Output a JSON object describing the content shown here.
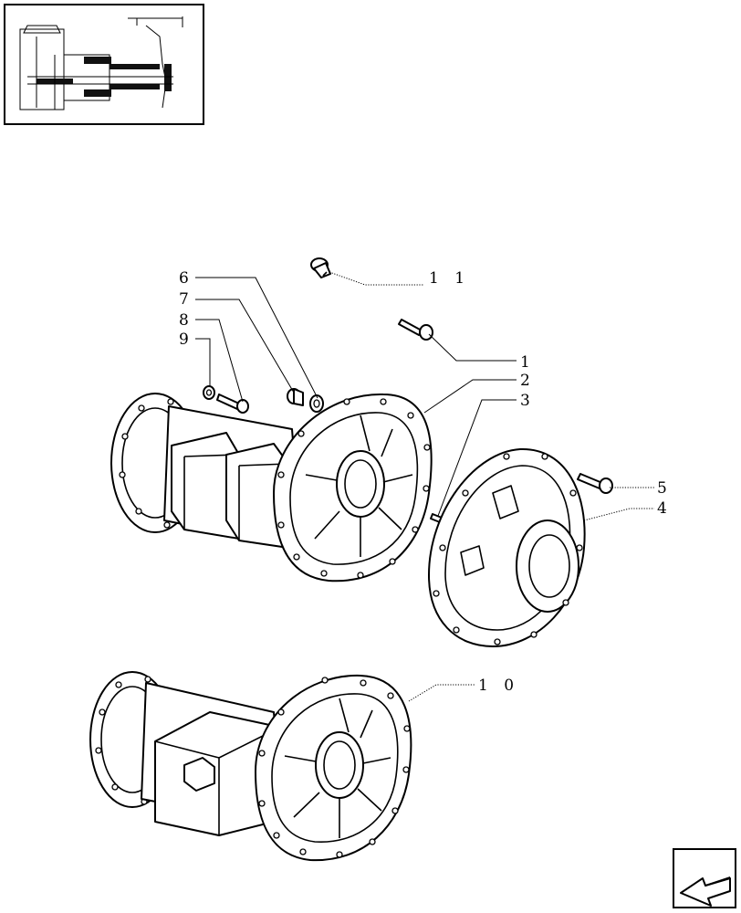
{
  "callouts": {
    "c1": "1",
    "c2": "2",
    "c3": "3",
    "c4": "4",
    "c5": "5",
    "c6": "6",
    "c7": "7",
    "c8": "8",
    "c9": "9",
    "c10": "1 0",
    "c11": "1 1"
  },
  "icons": {
    "thumbnail": "tractor-cutaway-icon",
    "nav": "arrow-back-icon"
  }
}
